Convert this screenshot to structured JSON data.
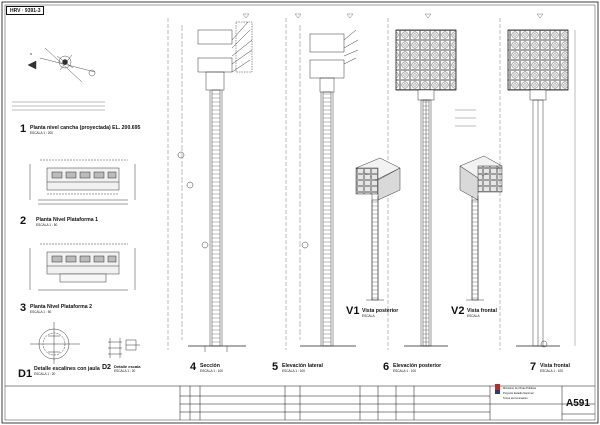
{
  "stamp": "HRV · 9391-3",
  "views": [
    {
      "num": "1",
      "title": "Planta nivel cancha (proyectada) EL. 200.695",
      "scale": "ESCALA 1 : 200"
    },
    {
      "num": "2",
      "title": "Planta Nivel Plataforma 1",
      "scale": "ESCALA 1 : 50"
    },
    {
      "num": "3",
      "title": "Planta Nivel Plataforma 2",
      "scale": "ESCALA 1 : 50"
    },
    {
      "num": "D1",
      "title": "Detalle escalines con jaula",
      "scale": "ESCALA 1 : 20"
    },
    {
      "num": "D2",
      "title": "Detalle escala",
      "scale": "ESCALA 1 : 20"
    },
    {
      "num": "4",
      "title": "Sección",
      "scale": "ESCALA 1 : 100"
    },
    {
      "num": "5",
      "title": "Elevación lateral",
      "scale": "ESCALA 1 : 100"
    },
    {
      "num": "6",
      "title": "Elevación posterior",
      "scale": "ESCALA 1 : 100"
    },
    {
      "num": "7",
      "title": "Vista frontal",
      "scale": "ESCALA 1 : 100"
    },
    {
      "num": "V1",
      "title": "Vista posterior",
      "scale": "ESCALA"
    },
    {
      "num": "V2",
      "title": "Vista frontal",
      "scale": "ESCALA"
    }
  ],
  "titleblock": {
    "sheet_number": "A591",
    "institution": "Ministerio de Obras Públicas",
    "project_line": "Proyecto Estadio Nacional",
    "drawing_title": "Torres de Iluminación"
  }
}
